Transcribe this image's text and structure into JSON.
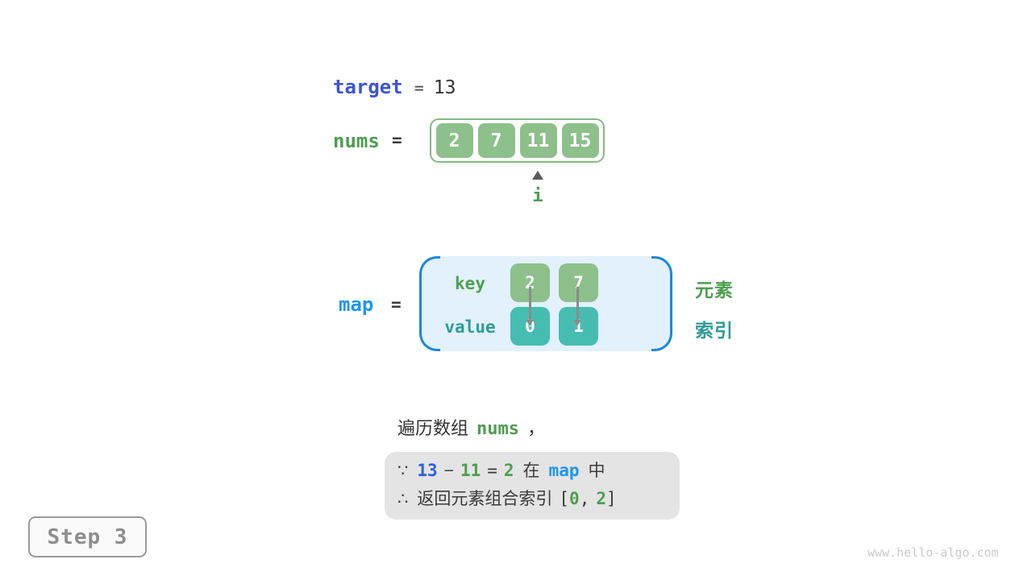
{
  "palette": {
    "code-blue": "#3d53d8",
    "value-blue": "#2d62dd",
    "ref-blue": "#1e96f0",
    "green-text": "#4e9e50",
    "teal-text": "#2e9d94",
    "cell-green": "#8dc08b",
    "cell-green-border": "#83ba83",
    "cell-teal": "#47bdb1",
    "map-bg": "#e2f1fb",
    "map-bracket": "#1e88d8",
    "dark": "#3b3b3b",
    "arrow-gray": "#8c8c8c",
    "box-gray": "#e4e4e4",
    "step-gray": "#8e8e8e",
    "watermark-gray": "#cbcbcb"
  },
  "target": {
    "keyword": "target",
    "equals": "=",
    "value": "13"
  },
  "nums": {
    "label": "nums",
    "equals": "=",
    "values": [
      "2",
      "7",
      "11",
      "15"
    ],
    "pointer_label": "i",
    "pointer_index": 2
  },
  "map": {
    "label": "map",
    "equals": "=",
    "key_label": "key",
    "value_label": "value",
    "entries": [
      {
        "key": "2",
        "value": "0"
      },
      {
        "key": "7",
        "value": "1"
      }
    ],
    "element_label": "元素",
    "index_label": "索引"
  },
  "caption": {
    "prefix": "遍历数组",
    "code": "nums",
    "suffix": "，"
  },
  "conclusion": {
    "line1": {
      "because": "∵",
      "minuend": "13",
      "minus": "−",
      "subtrahend": "11",
      "equals": "=",
      "difference": "2",
      "in_word": "在",
      "map_ref": "map",
      "middle_word": "中"
    },
    "line2": {
      "therefore": "∴",
      "text": "返回元素组合索引",
      "bracket_open": "[",
      "index_a": "0",
      "comma": ",",
      "index_b": "2",
      "bracket_close": "]"
    }
  },
  "step": {
    "label": "Step 3"
  },
  "watermark": "www.hello-algo.com"
}
